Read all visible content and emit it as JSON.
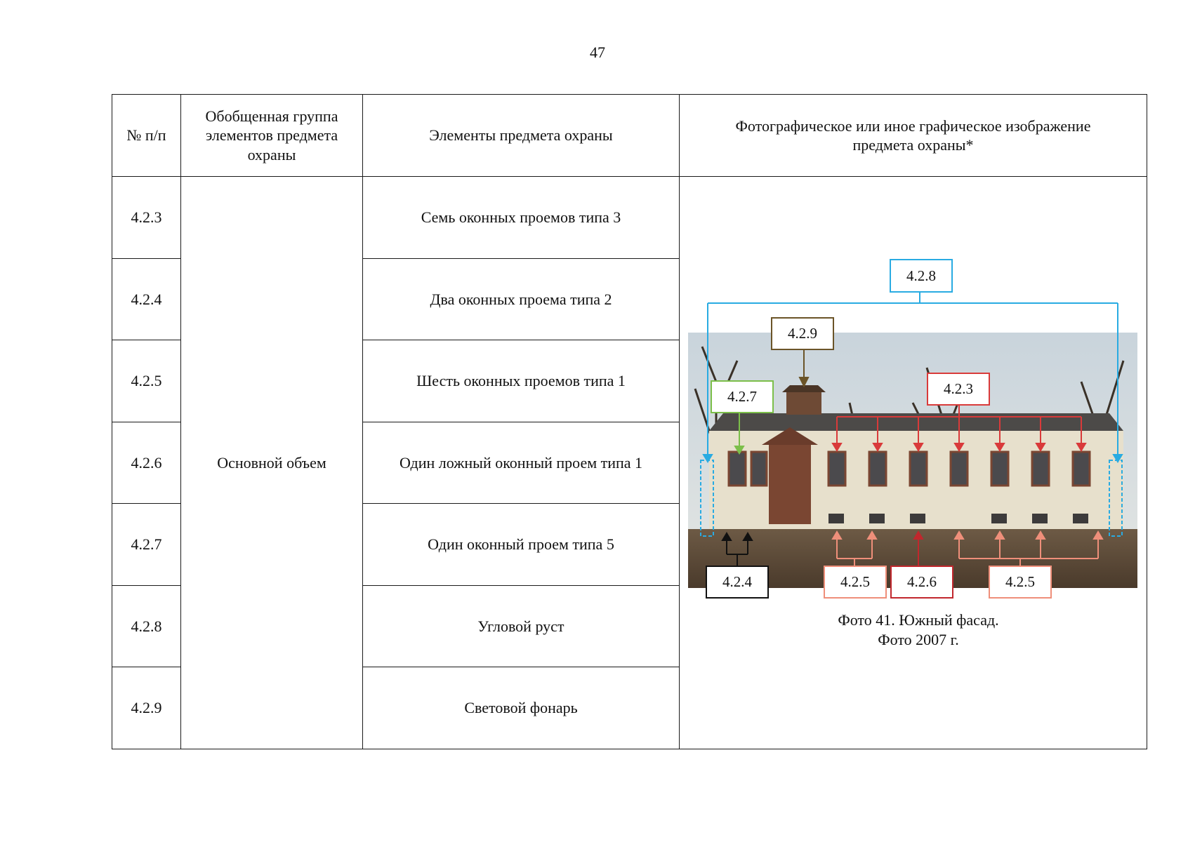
{
  "page_number": "47",
  "table": {
    "headers": {
      "num": "№ п/п",
      "group": "Обобщенная группа элементов предмета охраны",
      "elements": "Элементы предмета охраны",
      "image": "Фотографическое или иное графическое изображение предмета охраны*"
    },
    "group_value": "Основной объем",
    "rows": [
      {
        "num": "4.2.3",
        "element": "Семь оконных проемов типа 3"
      },
      {
        "num": "4.2.4",
        "element": "Два оконных проема типа 2"
      },
      {
        "num": "4.2.5",
        "element": "Шесть оконных проемов типа 1"
      },
      {
        "num": "4.2.6",
        "element": "Один ложный оконный проем типа 1"
      },
      {
        "num": "4.2.7",
        "element": "Один оконный проем типа 5"
      },
      {
        "num": "4.2.8",
        "element": "Угловой руст"
      },
      {
        "num": "4.2.9",
        "element": "Световой фонарь"
      }
    ]
  },
  "photo": {
    "caption_line1": "Фото 41. Южный фасад.",
    "caption_line2": "Фото 2007 г.",
    "labels": {
      "l428": "4.2.8",
      "l429": "4.2.9",
      "l427": "4.2.7",
      "l423": "4.2.3",
      "l424": "4.2.4",
      "l425a": "4.2.5",
      "l426": "4.2.6",
      "l425b": "4.2.5"
    },
    "colors": {
      "l428": "#29abe2",
      "l429": "#6b5428",
      "l427": "#7cbf4a",
      "l423": "#d93a3a",
      "l424": "#111111",
      "l425": "#ef8f7a",
      "l426": "#c1272d"
    }
  }
}
